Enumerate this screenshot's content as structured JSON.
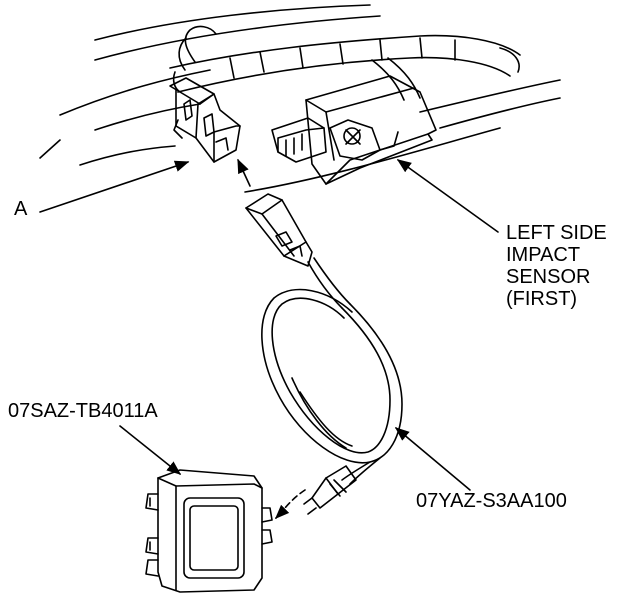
{
  "labels": {
    "a": "A",
    "sensor": [
      "LEFT SIDE",
      "IMPACT",
      "SENSOR",
      "(FIRST)"
    ],
    "tool_box": "07SAZ-TB4011A",
    "tool_cable": "07YAZ-S3AA100"
  },
  "colors": {
    "ink": "#000000",
    "paper": "#ffffff"
  }
}
